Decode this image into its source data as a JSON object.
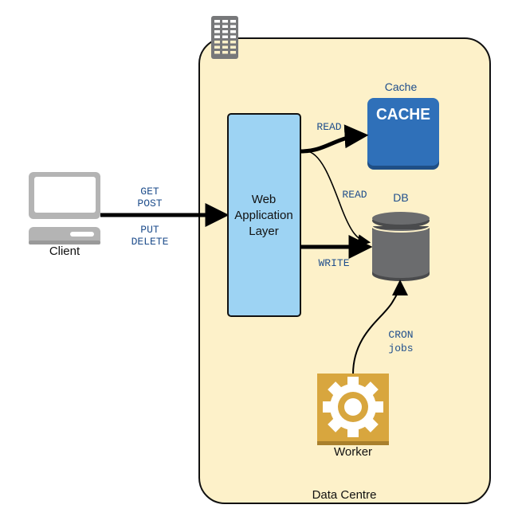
{
  "diagram": {
    "container": {
      "label": "Data Centre",
      "fill": "#fdf1c9",
      "icon": "building-icon"
    },
    "client": {
      "label": "Client",
      "icon": "computer-icon"
    },
    "web_layer": {
      "lines": [
        "Web",
        "Application",
        "Layer"
      ],
      "fill": "#9dd3f3"
    },
    "cache": {
      "label": "Cache",
      "badge": "CACHE",
      "fill": "#2f70b9",
      "icon": "cache-icon"
    },
    "db": {
      "label": "DB",
      "icon": "database-icon",
      "fill": "#6b6c6e"
    },
    "worker": {
      "label": "Worker",
      "icon": "gear-icon",
      "fill": "#d8a63e"
    },
    "edges": {
      "client_to_web": {
        "top": [
          "GET",
          "POST"
        ],
        "bottom": [
          "PUT",
          "DELETE"
        ]
      },
      "web_to_cache": {
        "label": "READ"
      },
      "web_to_db_read": {
        "label": "READ"
      },
      "web_to_db_write": {
        "label": "WRITE"
      },
      "worker_to_db": {
        "lines": [
          "CRON",
          "jobs"
        ]
      }
    },
    "label_color": "#1f4e8c"
  }
}
